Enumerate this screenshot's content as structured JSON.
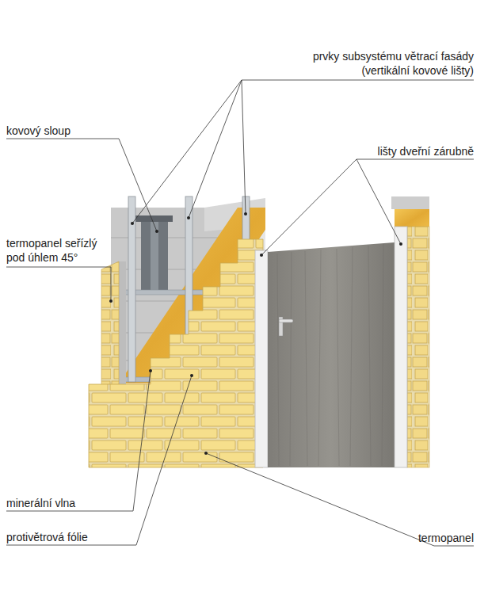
{
  "diagram": {
    "labels": [
      "prvky subsystému větrací fasády (vertikální kovové lišty)",
      "kovový sloup",
      "lišty dveřní zárubně",
      "termopanel seřízlý pod úhlem 45°",
      "minerální vlna",
      "protivětrová fólie",
      "termopanel"
    ]
  }
}
